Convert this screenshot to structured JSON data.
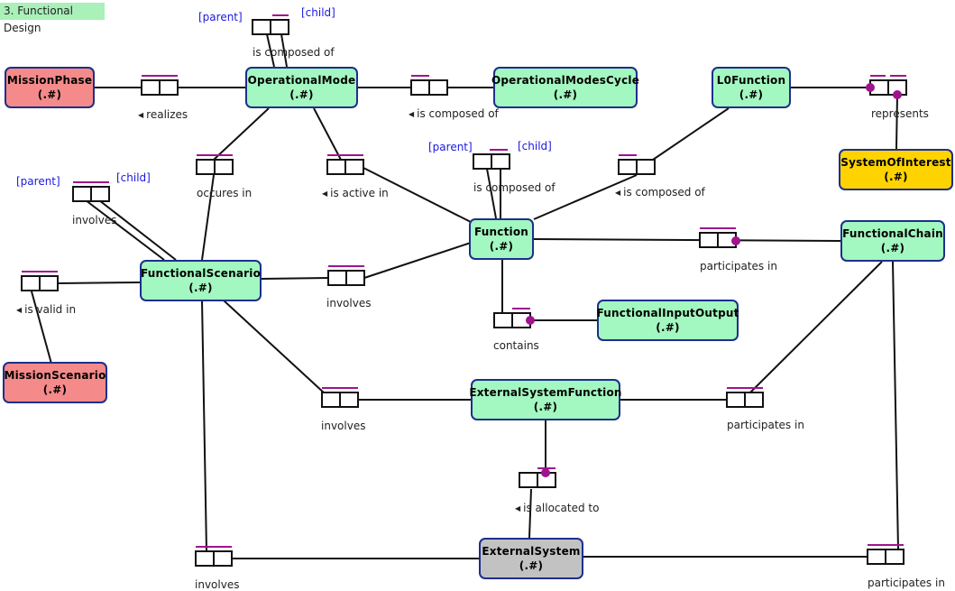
{
  "diagram": {
    "title": "3. Functional Design",
    "colors": {
      "node_green": "#a3f7c0",
      "node_red": "#f58a8a",
      "node_yellow": "#ffd300",
      "node_gray": "#c2c2c2",
      "node_border": "#1d2f8c",
      "multiplicity_mark": "#a0138e",
      "role_text": "#1a1ae0"
    },
    "nodes": {
      "mission_phase": {
        "name": "MissionPhase",
        "id": "(.#)"
      },
      "operational_mode": {
        "name": "OperationalMode",
        "id": "(.#)"
      },
      "operational_modes_cycle": {
        "name": "OperationalModesCycle",
        "id": "(.#)"
      },
      "l0_function": {
        "name": "L0Function",
        "id": "(.#)"
      },
      "system_of_interest": {
        "name": "SystemOfInterest",
        "id": "(.#)"
      },
      "function": {
        "name": "Function",
        "id": "(.#)"
      },
      "functional_chain": {
        "name": "FunctionalChain",
        "id": "(.#)"
      },
      "functional_scenario": {
        "name": "FunctionalScenario",
        "id": "(.#)"
      },
      "functional_input_output": {
        "name": "FunctionalInputOutput",
        "id": "(.#)"
      },
      "mission_scenario": {
        "name": "MissionScenario",
        "id": "(.#)"
      },
      "external_system_function": {
        "name": "ExternalSystemFunction",
        "id": "(.#)"
      },
      "external_system": {
        "name": "ExternalSystem",
        "id": "(.#)"
      }
    },
    "labels": {
      "opmode_composed": "is composed of",
      "realizes": "realizes",
      "opmodes_cycle_composed": "is composed of",
      "represents": "represents",
      "occurs_in": "occures in",
      "is_active_in": "is active in",
      "function_composed": "is composed of",
      "l0_composed": "is composed of",
      "scenario_involves_self": "involves",
      "fchain_participates": "participates in",
      "is_valid_in": "is valid in",
      "scenario_involves_function": "involves",
      "contains": "contains",
      "scenario_involves_esf": "involves",
      "esf_participates": "participates in",
      "is_allocated_to": "is allocated to",
      "scenario_involves_es": "involves",
      "es_participates": "participates in"
    },
    "roles": {
      "parent": "[parent]",
      "child": "[child]"
    }
  }
}
